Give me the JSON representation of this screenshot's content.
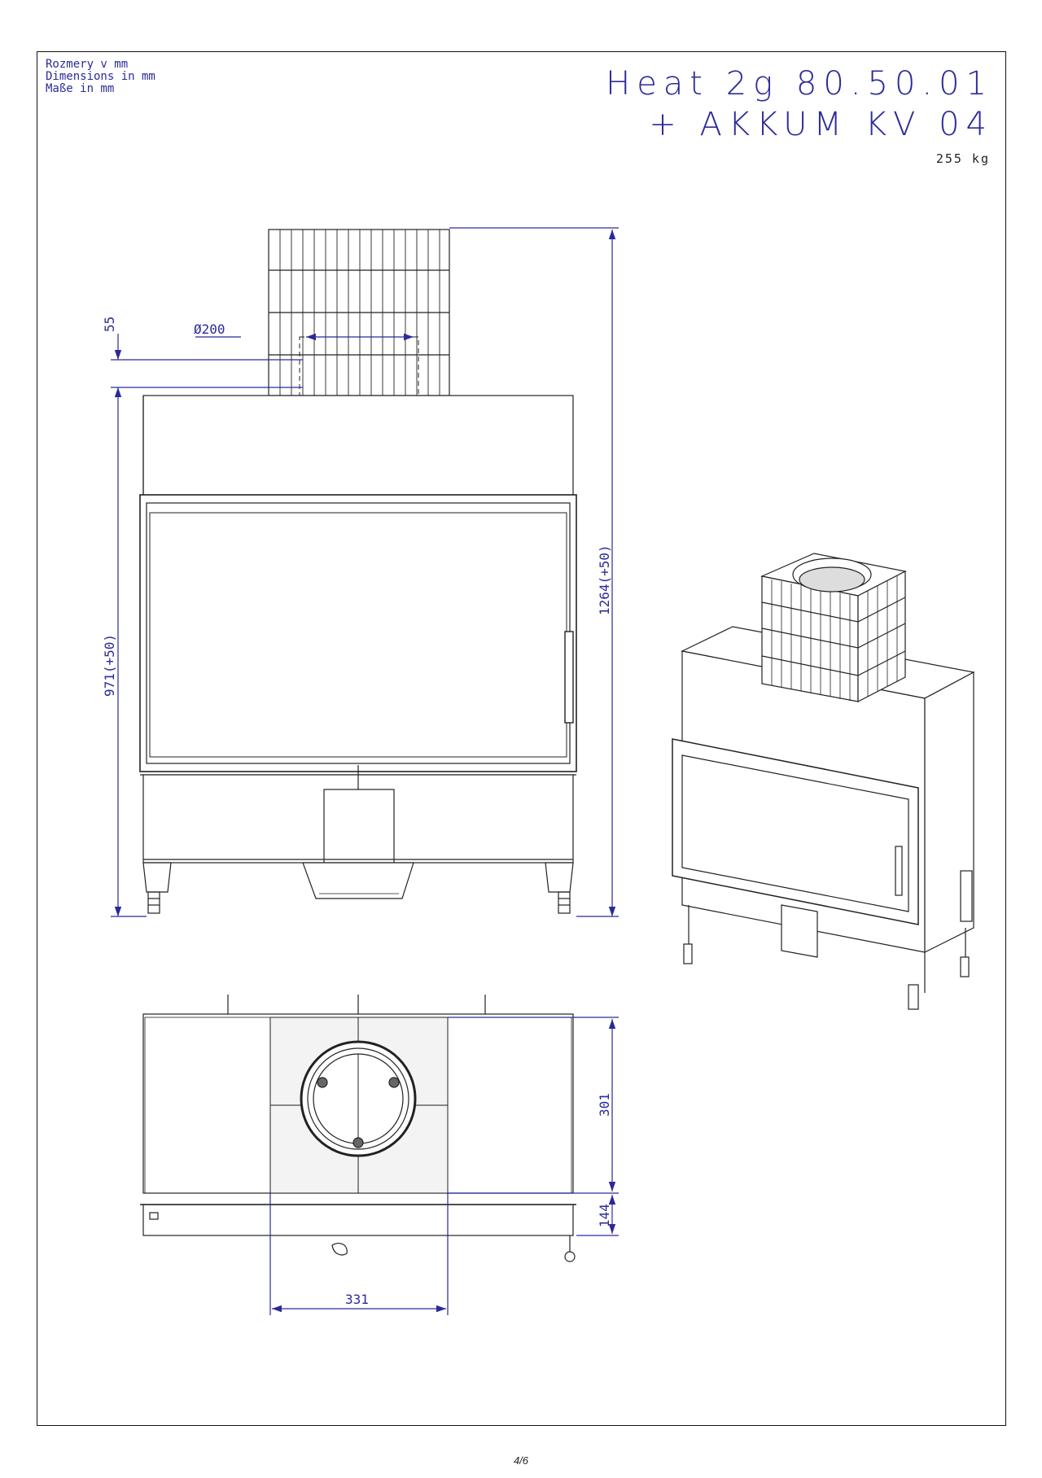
{
  "units": [
    "Rozmery v mm",
    "Dimensions in mm",
    "Maße in mm"
  ],
  "title": {
    "line1": "Heat 2g 80.50.01",
    "line2": "+ AKKUM KV 04"
  },
  "weight": "255 kg",
  "dimensions": {
    "d55": "55",
    "diameter": "Ø200",
    "height_left": "971(+50)",
    "height_total": "1264(+50)",
    "depth_301": "301",
    "depth_144": "144",
    "width_331": "331"
  },
  "page": "4/6",
  "colors": {
    "dimension": "#2a2a9a",
    "line": "#222222"
  }
}
